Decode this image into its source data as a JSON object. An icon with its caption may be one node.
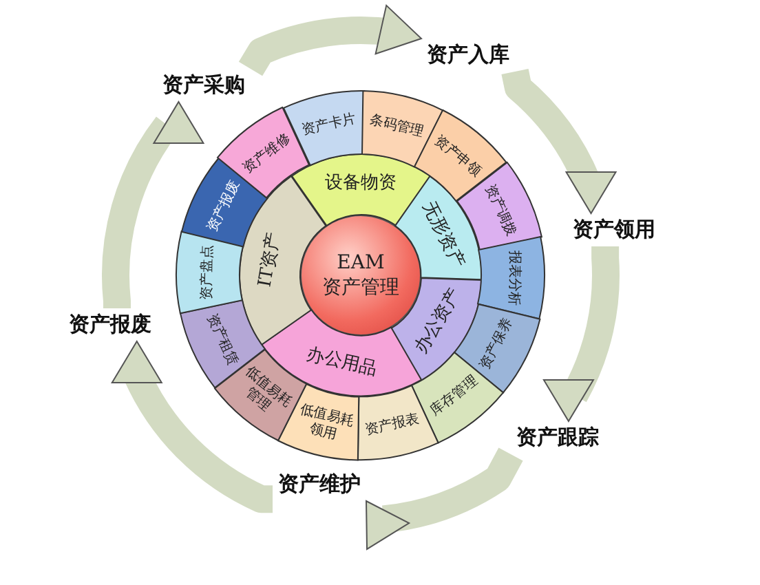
{
  "diagram": {
    "nodes": [
      {
        "text": [
          "资产采购"
        ]
      },
      {
        "text": [
          "资产入库"
        ]
      },
      {
        "text": [
          "资产领用"
        ]
      },
      {
        "text": [
          "资产跟踪"
        ]
      },
      {
        "text": [
          "资产维护"
        ]
      },
      {
        "text": [
          "资产报废"
        ]
      },
      {
        "text": [
          "EAM 资产管理"
        ]
      },
      {
        "text": [
          "设备物资"
        ]
      },
      {
        "text": [
          "无形资产"
        ]
      },
      {
        "text": [
          "办公资产"
        ]
      },
      {
        "text": [
          "办公用品"
        ]
      },
      {
        "text": [
          "IT资产"
        ]
      },
      {
        "text": [
          "资产卡片"
        ]
      },
      {
        "text": [
          "条码管理"
        ]
      },
      {
        "text": [
          "资产申领"
        ]
      },
      {
        "text": [
          "资产调拨"
        ]
      },
      {
        "text": [
          "报表分析"
        ]
      },
      {
        "text": [
          "资产保养"
        ]
      },
      {
        "text": [
          "库存管理"
        ]
      },
      {
        "text": [
          "资产报表"
        ]
      },
      {
        "text": [
          "低值易耗领用"
        ]
      },
      {
        "text": [
          "低值易耗管理"
        ]
      },
      {
        "text": [
          "资产租赁"
        ]
      },
      {
        "text": [
          "资产盘点"
        ]
      },
      {
        "text": [
          "资产报废"
        ]
      },
      {
        "text": [
          "资产维修"
        ]
      }
    ],
    "edges": [
      {
        "from": 0,
        "to": 1,
        "arrow": "to"
      },
      {
        "from": 1,
        "to": 2,
        "arrow": "to"
      },
      {
        "from": 2,
        "to": 3,
        "arrow": "to"
      },
      {
        "from": 3,
        "to": 4,
        "arrow": "to"
      },
      {
        "from": 4,
        "to": 5,
        "arrow": "to"
      },
      {
        "from": 5,
        "to": 0,
        "arrow": "to"
      }
    ]
  }
}
